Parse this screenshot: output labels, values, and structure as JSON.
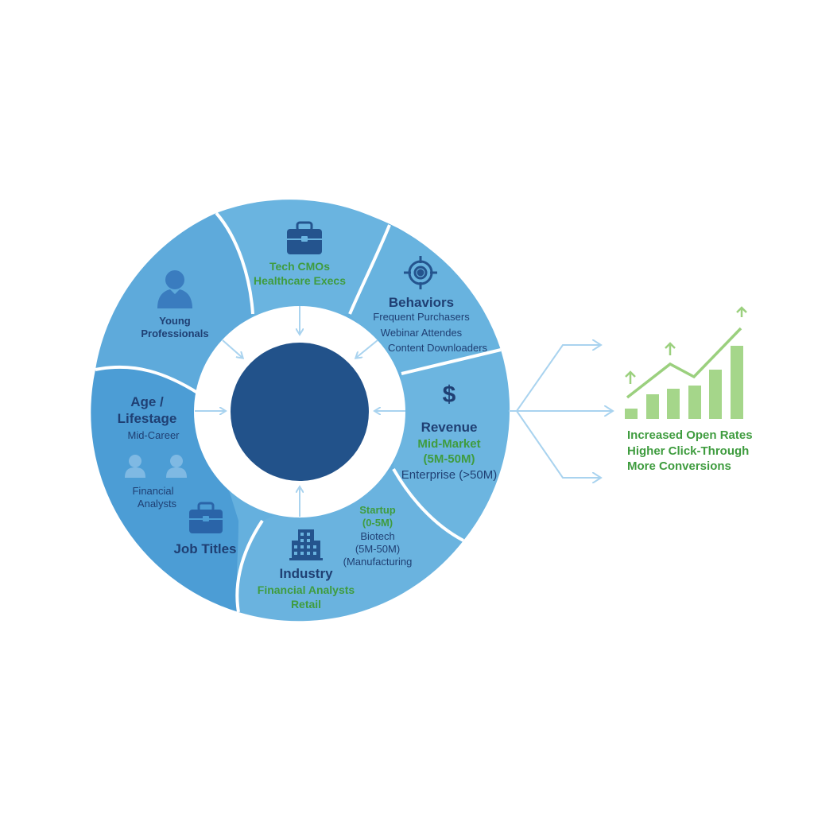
{
  "diagram": {
    "type": "audience-segmentation-wheel",
    "center": {
      "label": "",
      "color": "#22528a"
    },
    "segments": [
      {
        "id": "job-roles-top",
        "icon": "briefcase-icon",
        "lines": [
          "Tech CMOs",
          "Healthcare Execs"
        ],
        "line_colors": [
          "green",
          "green"
        ]
      },
      {
        "id": "behaviors",
        "icon": "target-icon",
        "title": "Behaviors",
        "lines": [
          "Frequent Purchasers",
          "Webinar Attendes",
          "Content Downloaders"
        ]
      },
      {
        "id": "revenue",
        "icon": "dollar-icon",
        "icon_glyph": "$",
        "title": "Revenue",
        "lines": [
          "Mid-Market",
          "(5M-50M)",
          "Enterprise (>50M)"
        ]
      },
      {
        "id": "industry",
        "icon": "building-icon",
        "title": "Industry",
        "lines": [
          "Financial Analysts",
          "Retail"
        ],
        "side_lines": [
          "Startup",
          "(0-5M)",
          "Biotech",
          "(5M-50M)",
          "(Manufacturing"
        ]
      },
      {
        "id": "age-job",
        "title_age": "Age /",
        "title_age2": "Lifestage",
        "age_sub": "Mid-Career",
        "icon_people": "people-icon",
        "job_lines": [
          "Financial",
          "Analysts"
        ],
        "icon_job": "briefcase-icon",
        "title_job": "Job Titles"
      },
      {
        "id": "young-professionals",
        "icon": "person-icon",
        "lines": [
          "Young",
          "Professionals"
        ]
      }
    ],
    "colors": {
      "segment_light": "#6cb4df",
      "segment_mid": "#5aa8da",
      "segment_dark": "#4a9bd3",
      "text_dark": "#1f3f73",
      "text_green": "#3f9c3f",
      "arrow": "#a9d3ef",
      "chart_green": "#a5d68a"
    }
  },
  "results": {
    "lines": [
      "Increased Open Rates",
      "Higher Click-Through",
      "More Conversions"
    ],
    "chart": {
      "type": "bar",
      "bars": [
        1,
        2.8,
        3.1,
        3.4,
        5.2,
        7.6
      ],
      "trend_line": "up"
    }
  },
  "chart_data": {
    "type": "bar",
    "title": "",
    "categories": [
      "1",
      "2",
      "3",
      "4",
      "5",
      "6"
    ],
    "values": [
      1,
      2.8,
      3.1,
      3.4,
      5.2,
      7.6
    ],
    "xlabel": "",
    "ylabel": "",
    "annotations": [
      "Increased Open Rates",
      "Higher Click-Through",
      "More Conversions"
    ],
    "overlay": "rising trend line with up arrows"
  }
}
